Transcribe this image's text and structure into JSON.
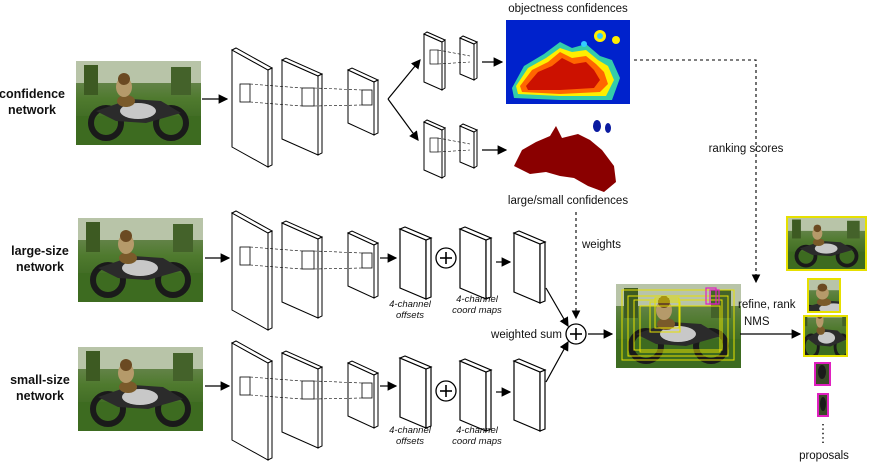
{
  "rows": {
    "confidence": {
      "line1": "confidence",
      "line2": "network"
    },
    "large": {
      "line1": "large-size",
      "line2": "network"
    },
    "small": {
      "line1": "small-size",
      "line2": "network"
    }
  },
  "maps": {
    "objectness": "objectness confidences",
    "large_small": "large/small confidences"
  },
  "outputs": {
    "offsets_line1": "4-channel",
    "offsets_line2": "offsets",
    "coord_line1": "4-channel",
    "coord_line2": "coord maps"
  },
  "labels": {
    "weights": "weights",
    "weighted_sum": "weighted sum",
    "ranking_scores": "ranking scores",
    "refine_rank": "refine, rank",
    "nms": "NMS",
    "proposals": "proposals"
  },
  "colors": {
    "heatmap_high": "#cc1100",
    "heatmap_mid": "#ffee00",
    "heatmap_low": "#0022cc",
    "dark_red": "#8a0000",
    "box_yellow": "#e6e000",
    "box_magenta": "#e020c0"
  }
}
